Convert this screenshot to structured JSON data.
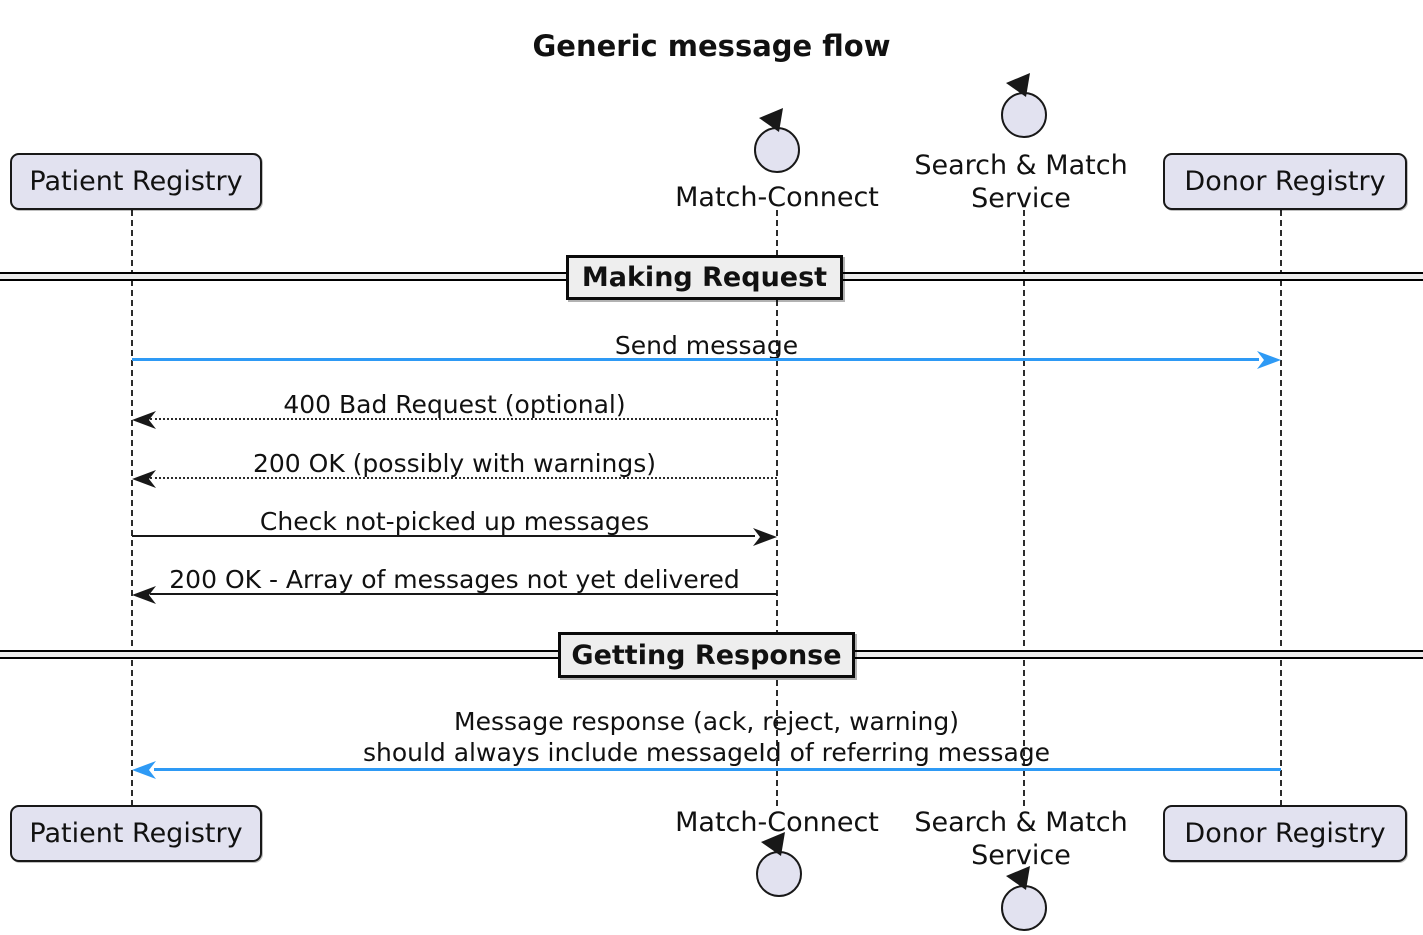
{
  "title": "Generic message flow",
  "colors": {
    "participant_fill": "#E2E2F0",
    "participant_border": "#181818",
    "divider_fill": "#EEEEEE",
    "arrow_blue": "#2E9AF5",
    "arrow_black": "#181818",
    "background": "#FFFFFF"
  },
  "participants": [
    {
      "id": "patient-registry",
      "type": "box",
      "label": "Patient Registry"
    },
    {
      "id": "match-connect",
      "type": "control",
      "label": "Match-Connect"
    },
    {
      "id": "search-match-service",
      "type": "control",
      "line1": "Search & Match",
      "line2": "Service"
    },
    {
      "id": "donor-registry",
      "type": "box",
      "label": "Donor Registry"
    }
  ],
  "dividers": [
    {
      "label": "Making Request"
    },
    {
      "label": "Getting Response"
    }
  ],
  "messages": [
    {
      "label": "Send message",
      "from": "patient-registry",
      "to": "donor-registry",
      "line": "solid",
      "color": "blue"
    },
    {
      "label": "400 Bad Request (optional)",
      "from": "match-connect",
      "to": "patient-registry",
      "line": "dotted",
      "color": "black"
    },
    {
      "label": "200 OK (possibly with warnings)",
      "from": "match-connect",
      "to": "patient-registry",
      "line": "dotted",
      "color": "black"
    },
    {
      "label": "Check not-picked up messages",
      "from": "patient-registry",
      "to": "match-connect",
      "line": "solid",
      "color": "black"
    },
    {
      "label": "200 OK - Array of messages not yet delivered",
      "from": "match-connect",
      "to": "patient-registry",
      "line": "solid",
      "color": "black"
    },
    {
      "line1": "Message response (ack, reject, warning)",
      "line2": "should always include messageId of referring message",
      "from": "donor-registry",
      "to": "patient-registry",
      "line": "solid",
      "color": "blue"
    }
  ]
}
